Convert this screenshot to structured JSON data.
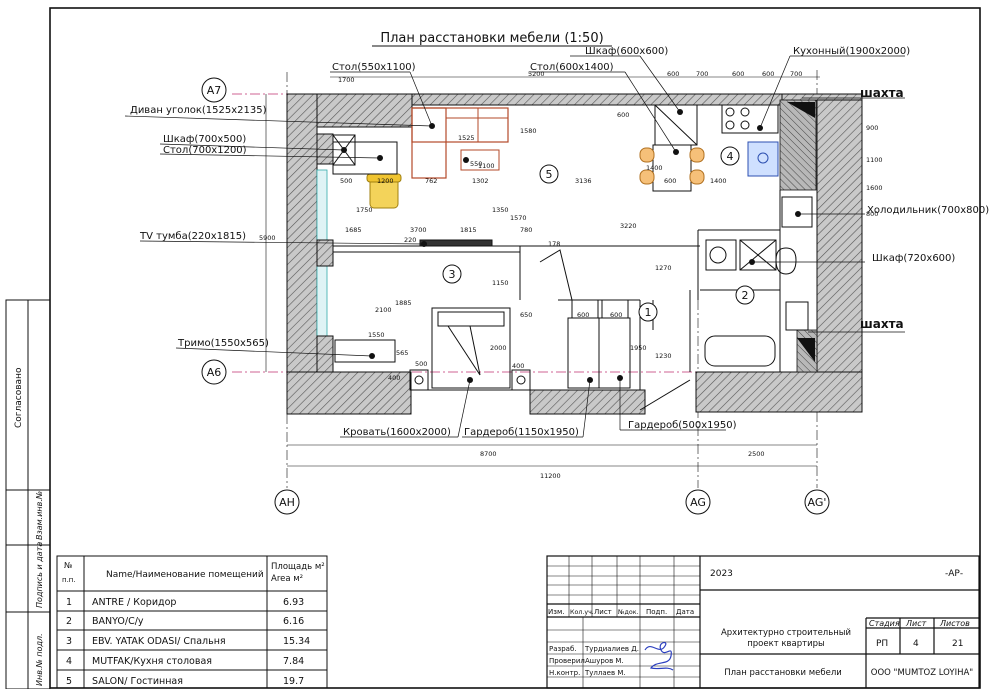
{
  "plan": {
    "title": "План расстановки мебели (1:50)",
    "axes": {
      "a7": "A7",
      "a6": "A6",
      "ah": "AH",
      "ag": "AG",
      "ag1": "AG'"
    },
    "room_numbers": [
      "1",
      "2",
      "3",
      "4",
      "5"
    ],
    "shaft_label": "шахта",
    "callouts": {
      "stol_550": "Стол(550х1100)",
      "shkaf_600": "Шкаф(600х600)",
      "stol_600": "Стол(600х1400)",
      "kuhonny": "Кухонный(1900х2000)",
      "divan": "Диван уголок(1525х2135)",
      "shkaf_700": "Шкаф(700х500)",
      "stol_700": "Стол(700х1200)",
      "tv": "TV тумба(220х1815)",
      "trimo": "Тримо(1550х565)",
      "holodilnik": "Холодильник(700х800)",
      "shkaf_720": "Шкаф(720х600)",
      "krovat": "Кровать(1600х2000)",
      "garderob_1150": "Гардероб(1150х1950)",
      "garderob_500": "Гардероб(500х1950)"
    },
    "dims": {
      "d1700": "1700",
      "d5200": "5200",
      "d600a": "600",
      "d700a": "700",
      "d600b": "600",
      "d600c": "600",
      "d700b": "700",
      "d500": "500",
      "d762": "762",
      "d1302": "1302",
      "d3136": "3136",
      "d1200": "1200",
      "d1100": "1100",
      "d550": "550",
      "d1580": "1580",
      "d1525": "1525",
      "d1400a": "1400",
      "d1400b": "1400",
      "d600d": "600",
      "d600e": "600",
      "d1685": "1685",
      "d3700": "3700",
      "d1815": "1815",
      "d780": "780",
      "d1750": "1750",
      "d1350": "1350",
      "d1570": "1570",
      "d3220": "3220",
      "d1885": "1885",
      "d1150": "1150",
      "d2100": "2100",
      "d650": "650",
      "d600f": "600",
      "d600g": "600",
      "d1550": "1550",
      "d565": "565",
      "d400a": "400",
      "d400b": "400",
      "d500b": "500",
      "d2000": "2000",
      "d1950": "1950",
      "d1270": "1270",
      "d1230": "1230",
      "d5900": "5900",
      "d8700": "8700",
      "d2500": "2500",
      "d11200": "11200",
      "d900": "900",
      "d1100r": "1100",
      "d1600": "1600",
      "d800": "800",
      "d220": "220",
      "d178": "178"
    }
  },
  "side": {
    "soglasovano": "Согласовано",
    "vzam": "Взам.инв.№",
    "podpis": "Подпись и дата",
    "inv": "Инв.№ подл."
  },
  "rooms_table": {
    "h_num": "№",
    "h_pp": "п.п.",
    "h_name": "Name/Наименование помещений",
    "h_area1": "Площадь м²",
    "h_area2": "Area м²",
    "rows": [
      {
        "n": "1",
        "name": "ANTRE / Коридор",
        "area": "6.93"
      },
      {
        "n": "2",
        "name": "BANYO/С/у",
        "area": "6.16"
      },
      {
        "n": "3",
        "name": "EBV. YATAK ODASI/ Спальня",
        "area": "15.34"
      },
      {
        "n": "4",
        "name": "MUTFAK/Кухня столовая",
        "area": "7.84"
      },
      {
        "n": "5",
        "name": "SALON/ Гостинная",
        "area": "19.7"
      }
    ]
  },
  "stamp": {
    "year": "2023",
    "code": "-АР-",
    "cols": [
      "Изм.",
      "Кол.уч.",
      "Лист",
      "№док.",
      "Подп.",
      "Дата"
    ],
    "project": [
      "Архитектурно строительный",
      "проект квартиры"
    ],
    "stage_h": "Стадия",
    "sheet_h": "Лист",
    "sheets_h": "Листов",
    "stage": "РП",
    "sheet": "4",
    "sheets": "21",
    "roles": [
      {
        "role": "Разраб.",
        "name": "Турдиалиев Д."
      },
      {
        "role": "Проверил",
        "name": "Ашуров М."
      },
      {
        "role": "Н.контр.",
        "name": "Туллаев М."
      }
    ],
    "drawing": "План расстановки мебели",
    "company": "ООО \"MUMTOZ LOYIHA\""
  }
}
